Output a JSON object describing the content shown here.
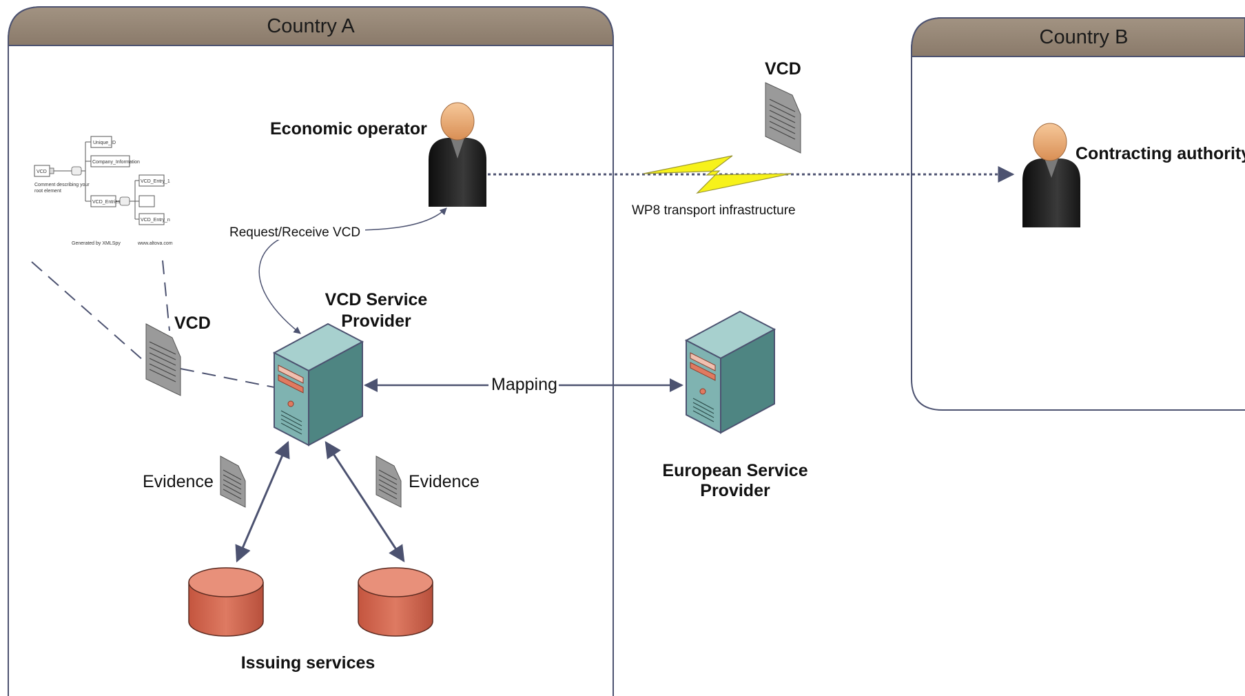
{
  "regions": {
    "country_a": "Country A",
    "country_b": "Country B"
  },
  "actors": {
    "economic_operator": "Economic operator",
    "contracting_authority": "Contracting authority"
  },
  "servers": {
    "vcd_service_provider_line1": "VCD Service",
    "vcd_service_provider_line2": "Provider",
    "european_service_provider_line1": "European Service",
    "european_service_provider_line2": "Provider"
  },
  "documents": {
    "vcd_top": "VCD",
    "vcd_left": "VCD",
    "evidence_left": "Evidence",
    "evidence_right": "Evidence"
  },
  "connections": {
    "request_receive": "Request/Receive VCD",
    "mapping": "Mapping",
    "transport": "WP8 transport infrastructure"
  },
  "databases": {
    "issuing_services": "Issuing services"
  },
  "schema_thumbnail": {
    "root": "VCD",
    "root_note_line1": "Comment describing your",
    "root_note_line2": "root element",
    "node_unique_id": "Unique_ID",
    "node_company_information": "Company_Information",
    "node_vcd_entries": "VCD_Entries",
    "node_vcd_entry_1": "VCD_Entry_1",
    "node_vcd_entry_n": "VCD_Entry_n",
    "footer_left": "Generated by XMLSpy",
    "footer_right": "www.altova.com"
  },
  "colors": {
    "region_header": "#8f8070",
    "region_border": "#4c5270",
    "server_face": "#7fb3b1",
    "server_dark": "#4e8582",
    "database": "#d46a55",
    "connector": "#4c5270",
    "lightning": "#f7f21a"
  }
}
